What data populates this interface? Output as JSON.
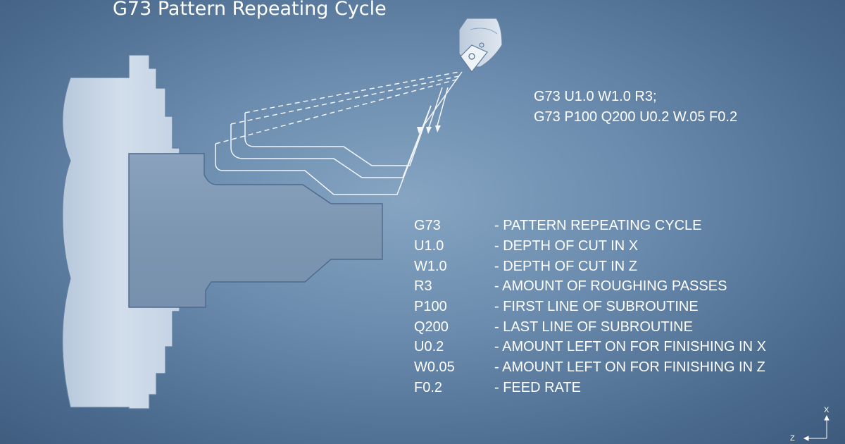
{
  "title": "G73 Pattern Repeating Cycle",
  "program_lines": [
    "G73 U1.0 W1.0 R3;",
    "G73 P100 Q200 U0.2 W.05 F0.2"
  ],
  "legend": [
    {
      "code": "G73",
      "description": "-  PATTERN REPEATING CYCLE"
    },
    {
      "code": "U1.0",
      "description": "-  DEPTH OF CUT IN X"
    },
    {
      "code": "W1.0",
      "description": "-  DEPTH OF CUT IN Z"
    },
    {
      "code": "R3",
      "description": "-  AMOUNT OF ROUGHING PASSES"
    },
    {
      "code": "P100",
      "description": "-  FIRST LINE OF SUBROUTINE"
    },
    {
      "code": "Q200",
      "description": "-  LAST LINE OF SUBROUTINE"
    },
    {
      "code": "U0.2",
      "description": "-  AMOUNT LEFT ON FOR FINISHING IN X"
    },
    {
      "code": "W0.05",
      "description": "-  AMOUNT LEFT ON FOR FINISHING IN Z"
    },
    {
      "code": "F0.2",
      "description": "-  FEED RATE"
    }
  ],
  "axes": {
    "x": "X",
    "z": "Z"
  },
  "colors": {
    "chuck": "#c6d4e6",
    "workpiece": "#7f98b4",
    "toolpath": "#f2f5f9",
    "text": "#ffffff"
  }
}
